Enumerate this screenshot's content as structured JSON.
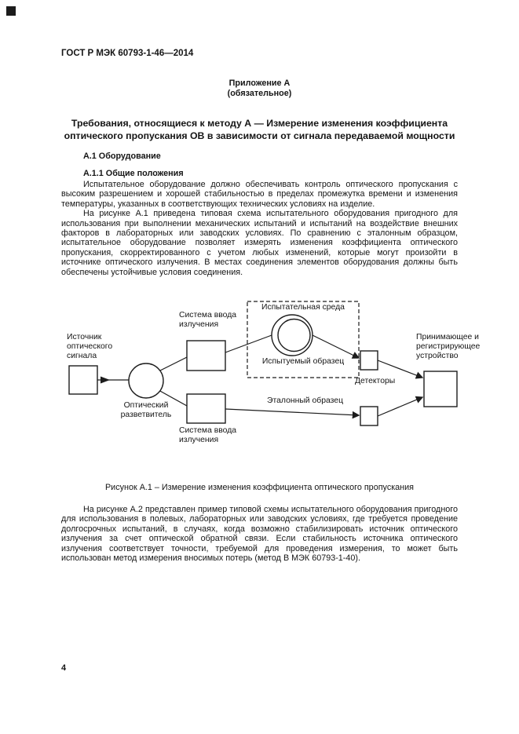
{
  "page": {
    "header": "ГОСТ Р МЭК 60793-1-46—2014",
    "page_number": "4"
  },
  "annex": {
    "label": "Приложение А",
    "type": "(обязательное)"
  },
  "title": "Требования, относящиеся к методу А — Измерение изменения коэффициента оптического пропускания ОВ в зависимости от сигнала передаваемой мощности",
  "sections": {
    "a1": "А.1 Оборудование",
    "a11": "А.1.1 Общие положения"
  },
  "paragraphs": {
    "p1": "Испытательное оборудование должно обеспечивать контроль оптического пропускания с высоким разрешением и хорошей стабильностью в пределах промежутка времени и изменения температуры, указанных в соответствующих технических условиях на изделие.",
    "p2": "На рисунке А.1 приведена типовая схема испытательного оборудования пригодного для использования при выполнении механических испытаний и испытаний на воздействие внешних факторов в лабораторных или заводских условиях. По сравнению с эталонным образцом, испытательное оборудование позволяет измерять изменения коэффициента оптического пропускания, скорректированного с учетом любых изменений, которые могут произойти в источнике оптического излучения. В местах соединения элементов оборудования должны быть обеспечены устойчивые условия соединения.",
    "p3": "На рисунке А.2 представлен пример типовой схемы испытательного оборудования пригодного для использования в полевых, лабораторных или заводских условиях, где требуется проведение долгосрочных испытаний, в случаях, когда возможно стабилизировать источник оптического излучения за счет оптической обратной связи. Если стабильность источника оптического излучения соответствует точности, требуемой для проведения измерения, то может быть использован метод измерения вносимых потерь (метод В МЭК 60793-1-40)."
  },
  "figure": {
    "caption": "Рисунок А.1 – Измерение изменения коэффициента оптического пропускания",
    "labels": {
      "environment": "Испытательная среда",
      "injection_top": "Система ввода\nизлучения",
      "source": "Источник\nоптического\nсигнала",
      "specimen": "Испытуемый образец",
      "receiver": "Принимающее и\nрегистрирующее\nустройство",
      "detectors": "Детекторы",
      "splitter": "Оптический\nразветвитель",
      "reference": "Эталонный образец",
      "injection_bottom": "Система ввода\nизлучения"
    }
  }
}
